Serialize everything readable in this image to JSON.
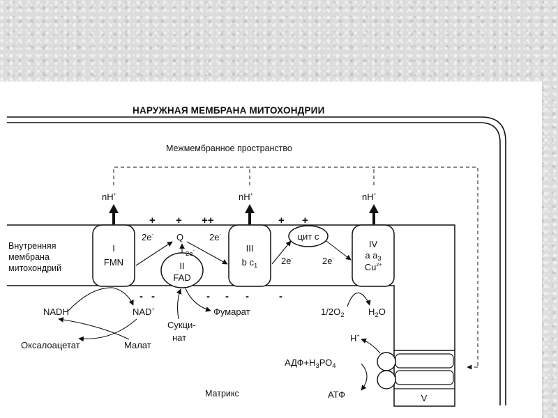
{
  "title": "НАРУЖНАЯ МЕМБРАНА МИТОХОНДРИИ",
  "intermembrane_space": "Межмембранное пространство",
  "inner_membrane": {
    "line1": "Внутренняя",
    "line2": "мембрана",
    "line3": "митохондрий"
  },
  "matrix": "Матрикс",
  "proton_pumps": [
    {
      "base": "nH",
      "sup": "+"
    },
    {
      "base": "nH",
      "sup": "+"
    },
    {
      "base": "nH",
      "sup": "+"
    }
  ],
  "plus_signs": [
    "+",
    "+",
    "++",
    "+",
    "+"
  ],
  "minus_signs": [
    "-",
    "-",
    "-",
    "-",
    "-",
    "-"
  ],
  "complexes": {
    "I": {
      "numeral": "I",
      "cofactor": "FMN"
    },
    "II": {
      "numeral": "II",
      "cofactor": "FAD"
    },
    "III": {
      "numeral": "III",
      "cofactor_base": "b c",
      "cofactor_sub": "1"
    },
    "IV": {
      "numeral": "IV",
      "line2_a": "a a",
      "line2_sub": "3",
      "line3_base": "Cu",
      "line3_sup": "2+"
    },
    "V": {
      "numeral": "V"
    }
  },
  "q_label": "Q",
  "cyt_c": "цит c",
  "electrons": [
    {
      "base": "2e",
      "sup": "-"
    },
    {
      "base": "2e",
      "sup": "-"
    },
    {
      "base": "2e",
      "sup": "-"
    },
    {
      "base": "2e",
      "sup": "-"
    },
    {
      "base": "2e",
      "sup": "-"
    }
  ],
  "metabolites": {
    "nadh": "NADH",
    "nad_base": "NAD",
    "nad_sup": "+",
    "oxaloacetate": "Оксалоацетат",
    "malate": "Малат",
    "succinate_line1": "Сукци-",
    "succinate_line2": "нат",
    "fumarate": "Фумарат",
    "oxygen": "1/2O",
    "oxygen_sub": "2",
    "water": "H",
    "water_sub": "2",
    "water_end": "O"
  },
  "atp_synthase": {
    "proton": "H",
    "proton_sup": "+",
    "adp": "АДФ+Н",
    "adp_sub3": "3",
    "adp_mid": "РО",
    "adp_sub4": "4",
    "atp": "АТФ"
  }
}
